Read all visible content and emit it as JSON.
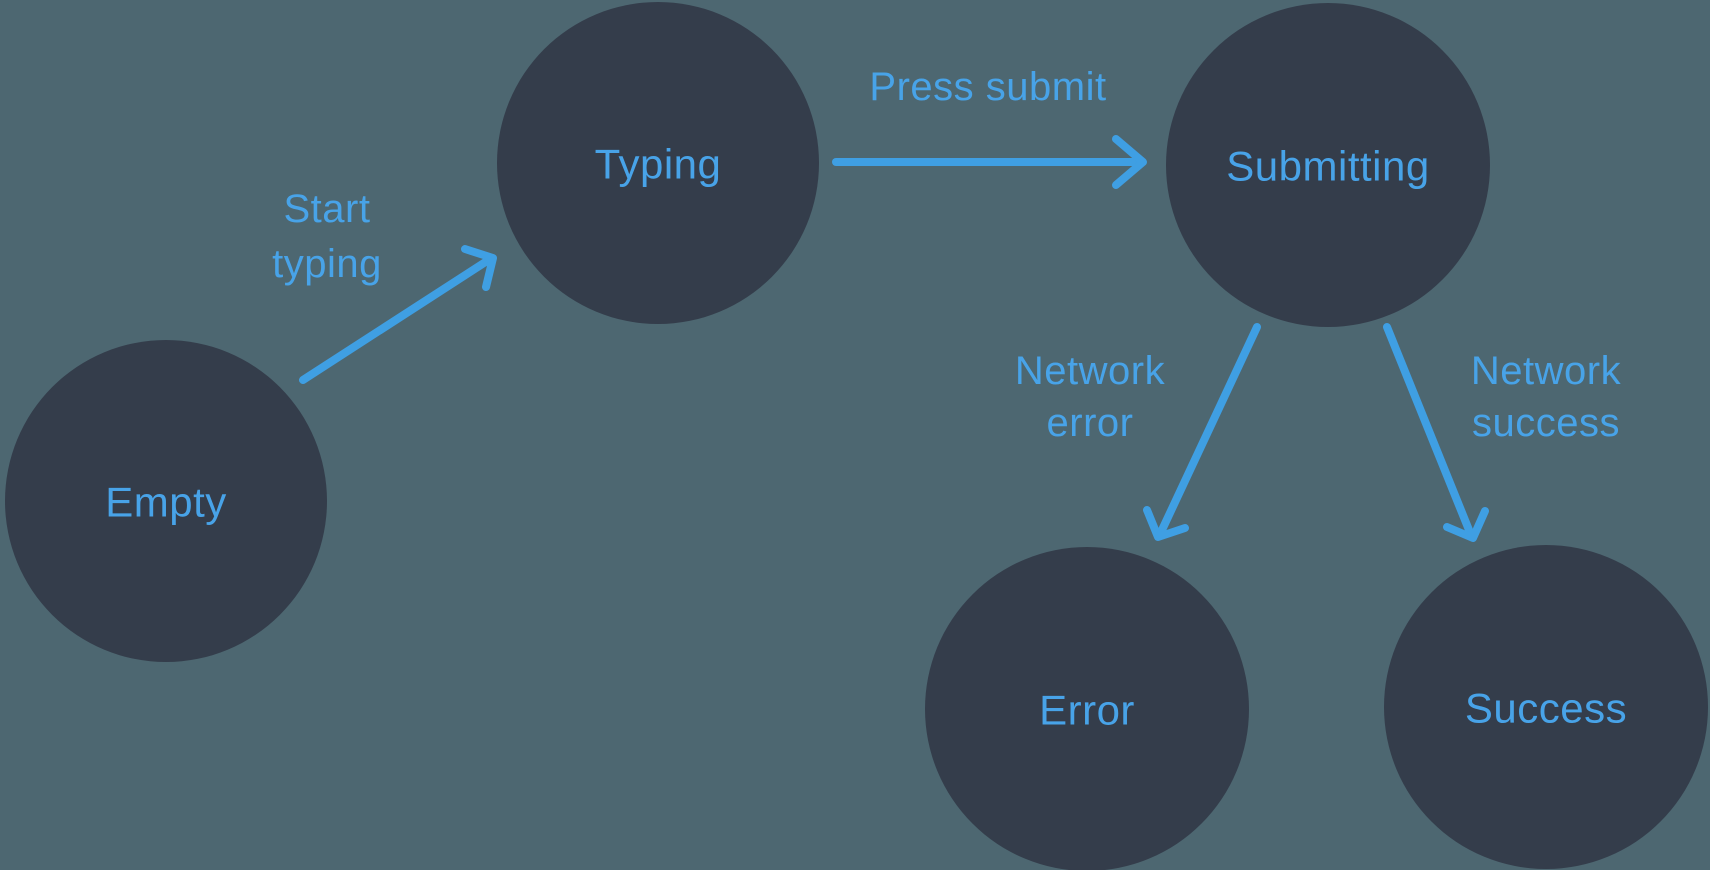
{
  "colors": {
    "background": "#4d6771",
    "node_fill": "#343d4b",
    "accent": "#3f9fe3",
    "label": "#48a3e8"
  },
  "diagram_type": "state-machine",
  "states": [
    {
      "id": "empty",
      "label": "Empty"
    },
    {
      "id": "typing",
      "label": "Typing"
    },
    {
      "id": "submitting",
      "label": "Submitting"
    },
    {
      "id": "error",
      "label": "Error"
    },
    {
      "id": "success",
      "label": "Success"
    }
  ],
  "transitions": [
    {
      "from": "empty",
      "to": "typing",
      "label": "Start typing",
      "lines": [
        "Start",
        "typing"
      ]
    },
    {
      "from": "typing",
      "to": "submitting",
      "label": "Press submit",
      "lines": [
        "Press submit"
      ]
    },
    {
      "from": "submitting",
      "to": "error",
      "label": "Network error",
      "lines": [
        "Network",
        "error"
      ]
    },
    {
      "from": "submitting",
      "to": "success",
      "label": "Network success",
      "lines": [
        "Network",
        "success"
      ]
    }
  ]
}
